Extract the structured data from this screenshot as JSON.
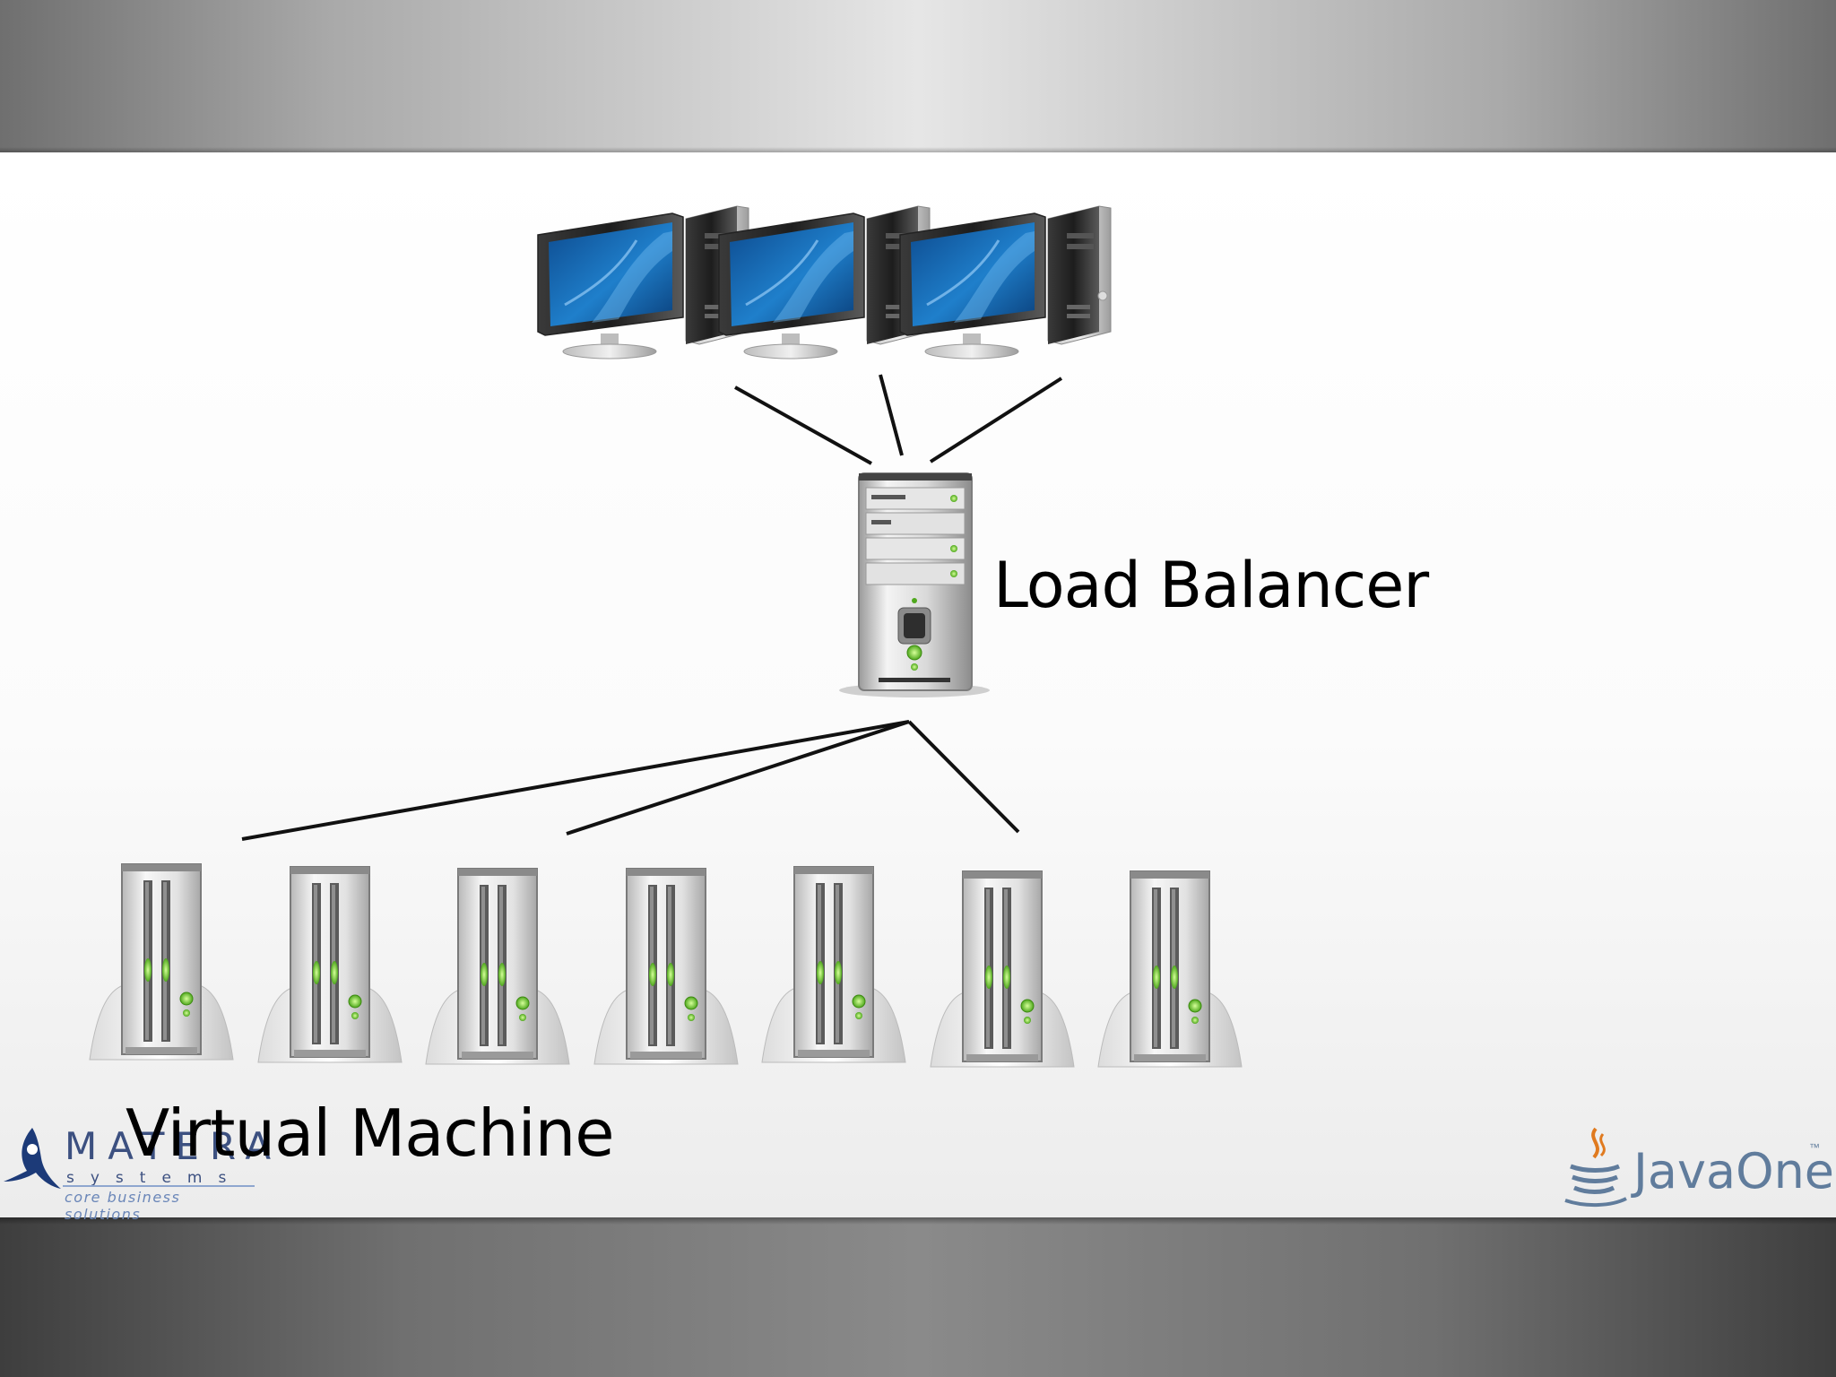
{
  "diagram": {
    "load_balancer_label": "Load Balancer",
    "virtual_machine_label": "Virtual Machine",
    "client_count": 3,
    "vm_count": 7
  },
  "logos": {
    "matera": {
      "name": "MATERA",
      "subtitle": "systems",
      "tagline": "core business solutions"
    },
    "javaone": {
      "name": "JavaOne",
      "trademark": "™",
      "icon": "java-coffee-cup-icon"
    }
  },
  "colors": {
    "screen_blue": "#1a6fb8",
    "led_green": "#7cd14a",
    "connector_line": "#111111"
  }
}
